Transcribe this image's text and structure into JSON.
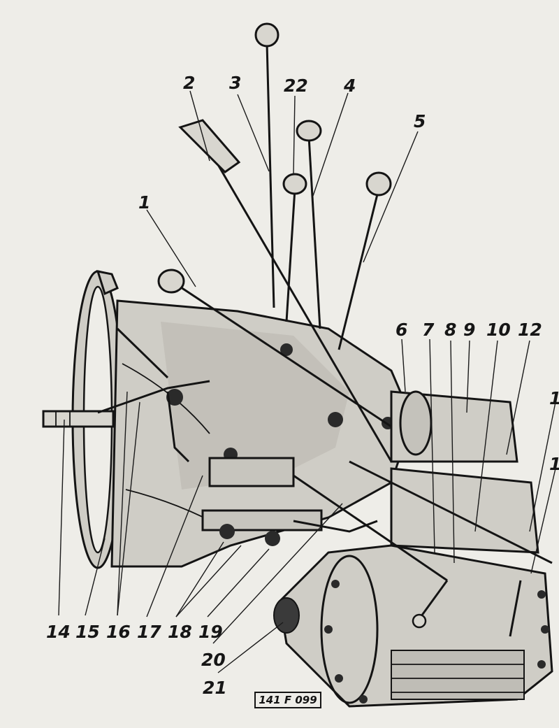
{
  "callouts": [
    {
      "id": "1",
      "label": "1"
    },
    {
      "id": "2",
      "label": "2"
    },
    {
      "id": "3",
      "label": "3"
    },
    {
      "id": "22",
      "label": "22"
    },
    {
      "id": "4",
      "label": "4"
    },
    {
      "id": "5",
      "label": "5"
    },
    {
      "id": "6",
      "label": "6"
    },
    {
      "id": "7",
      "label": "7"
    },
    {
      "id": "8",
      "label": "8"
    },
    {
      "id": "9",
      "label": "9"
    },
    {
      "id": "10",
      "label": "10"
    },
    {
      "id": "12",
      "label": "12"
    },
    {
      "id": "11",
      "label": "1"
    },
    {
      "id": "13",
      "label": "1"
    },
    {
      "id": "14",
      "label": "14"
    },
    {
      "id": "15",
      "label": "15"
    },
    {
      "id": "16",
      "label": "16"
    },
    {
      "id": "17",
      "label": "17"
    },
    {
      "id": "18",
      "label": "18"
    },
    {
      "id": "19",
      "label": "19"
    },
    {
      "id": "20",
      "label": "20"
    },
    {
      "id": "21",
      "label": "21"
    }
  ],
  "figure_code": "141 F 099"
}
